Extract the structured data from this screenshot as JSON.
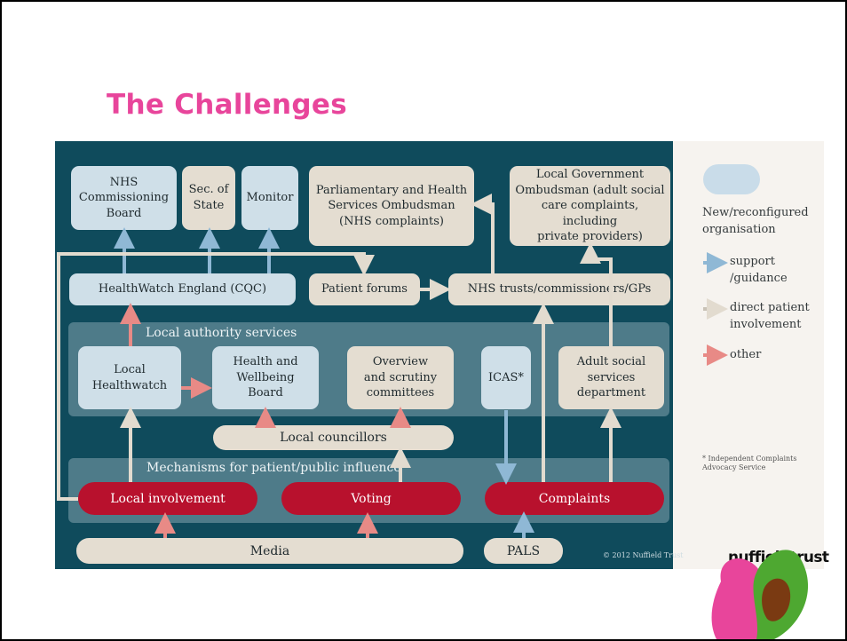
{
  "slide": {
    "title": "The Challenges"
  },
  "colors": {
    "title_pink": "#e8459b",
    "diagram_bg": "#0f4b5c",
    "band": "#4e7b89",
    "new_org_box": "#cfdfe8",
    "existing_box": "#e4ddd1",
    "mechanism_pill": "#b8112d",
    "arrow_support": "#8fb8d5",
    "arrow_direct": "#e2dbcf",
    "arrow_other": "#e88a86"
  },
  "diagram": {
    "nhs_commissioning_board": "NHS\nCommissioning\nBoard",
    "sec_of_state": "Sec. of\nState",
    "monitor": "Monitor",
    "parliamentary_ombudsman": "Parliamentary and Health\nServices Ombudsman\n(NHS complaints)",
    "local_gov_ombudsman": "Local Government\nOmbudsman (adult social\ncare complaints, including\nprivate providers)",
    "healthwatch_england": "HealthWatch England (CQC)",
    "patient_forums": "Patient forums",
    "nhs_trusts": "NHS trusts/commissioners/GPs",
    "local_authority_band": "Local authority services",
    "local_healthwatch": "Local\nHealthwatch",
    "health_wellbeing_board": "Health and\nWellbeing Board",
    "overview_scrutiny": "Overview\nand scrutiny\ncommittees",
    "icas": "ICAS*",
    "adult_social_services": "Adult social\nservices\ndepartment",
    "local_councillors": "Local councillors",
    "mechanisms_band": "Mechanisms for patient/public influence",
    "local_involvement": "Local involvement",
    "voting": "Voting",
    "complaints": "Complaints",
    "media": "Media",
    "pals": "PALS",
    "copyright": "© 2012 Nuffield Trust"
  },
  "legend": {
    "new_org": "New/reconfigured\norganisation",
    "support": "support\n/guidance",
    "direct": "direct patient\ninvolvement",
    "other": "other",
    "footnote": "* Independent Complaints\nAdvocacy Service",
    "brand": "nuffieldtrust"
  }
}
